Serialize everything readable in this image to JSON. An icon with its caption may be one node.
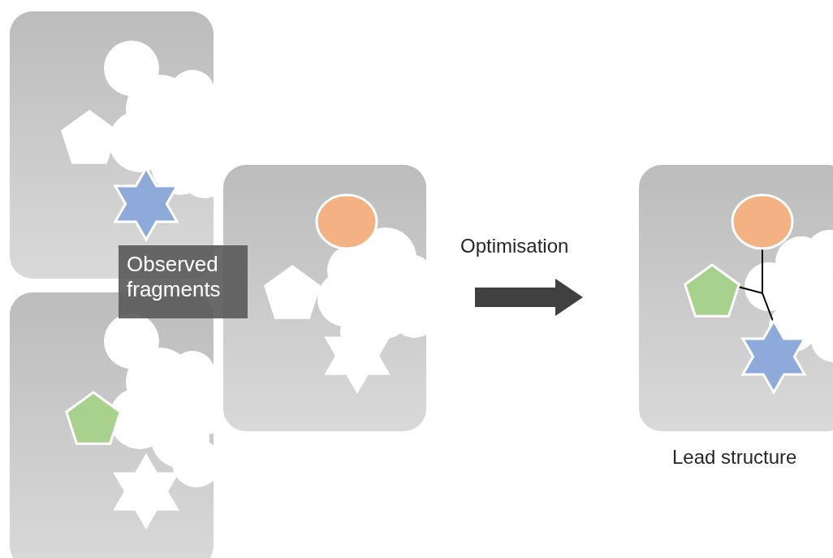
{
  "diagram": {
    "nodes": [
      {
        "text": [],
        "shape": "box"
      },
      {
        "text": [],
        "shape": "box"
      },
      {
        "text": [],
        "shape": "box"
      },
      {
        "text": [
          "Observed fragments"
        ]
      },
      {
        "text": [],
        "shape": "box",
        "beside": [
          "Lead structure"
        ]
      }
    ],
    "edges": [
      {
        "from": 2,
        "to": 4,
        "arrow": "to",
        "label": "Optimisation"
      }
    ]
  }
}
